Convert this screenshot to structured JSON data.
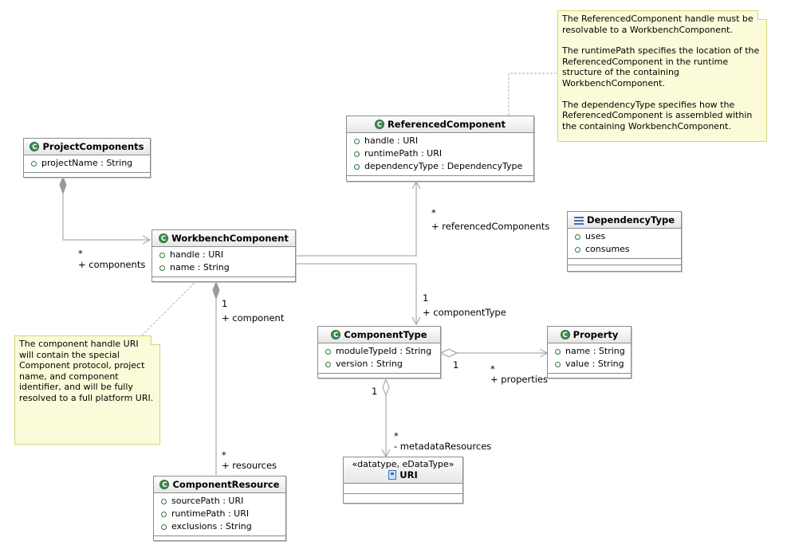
{
  "classes": {
    "project_components": {
      "name": "ProjectComponents",
      "attrs": [
        "projectName : String"
      ]
    },
    "workbench_component": {
      "name": "WorkbenchComponent",
      "attrs": [
        "handle : URI",
        "name : String"
      ]
    },
    "referenced_component": {
      "name": "ReferencedComponent",
      "attrs": [
        "handle : URI",
        "runtimePath : URI",
        "dependencyType : DependencyType"
      ]
    },
    "dependency_type": {
      "name": "DependencyType",
      "literals": [
        "uses",
        "consumes"
      ]
    },
    "component_type": {
      "name": "ComponentType",
      "attrs": [
        "moduleTypeId : String",
        "version : String"
      ]
    },
    "property": {
      "name": "Property",
      "attrs": [
        "name : String",
        "value : String"
      ]
    },
    "uri": {
      "stereotype": "«datatype, eDataType»",
      "name": "URI"
    },
    "component_resource": {
      "name": "ComponentResource",
      "attrs": [
        "sourcePath : URI",
        "runtimePath : URI",
        "exclusions : String"
      ]
    }
  },
  "notes": {
    "referenced": [
      "The ReferencedComponent handle must be resolvable to a WorkbenchComponent.",
      "The runtimePath specifies the location of the ReferencedComponent in the runtime structure of the containing WorkbenchComponent.",
      "The dependencyType specifies how the ReferencedComponent is assembled within the containing WorkbenchComponent."
    ],
    "handle": "The component handle URI will contain the special Component protocol, project name, and component identifier, and will be fully resolved to a full platform URI."
  },
  "associations": {
    "components": {
      "mult": "*",
      "role": "+ components"
    },
    "referenced_components": {
      "mult": "*",
      "role": "+ referencedComponents"
    },
    "component_type": {
      "mult": "1",
      "role": "+ componentType"
    },
    "component": {
      "mult": "1",
      "role": "+ component"
    },
    "resources": {
      "mult": "*",
      "role": "+ resources"
    },
    "properties": {
      "source_mult": "1",
      "mult": "*",
      "role": "+ properties"
    },
    "metadata": {
      "source_mult": "1",
      "mult": "*",
      "role": "- metadataResources"
    }
  },
  "colors": {
    "class_icon": "#3f8f4f",
    "note_fill": "#fbfbd9",
    "line": "#9a9a9a"
  }
}
